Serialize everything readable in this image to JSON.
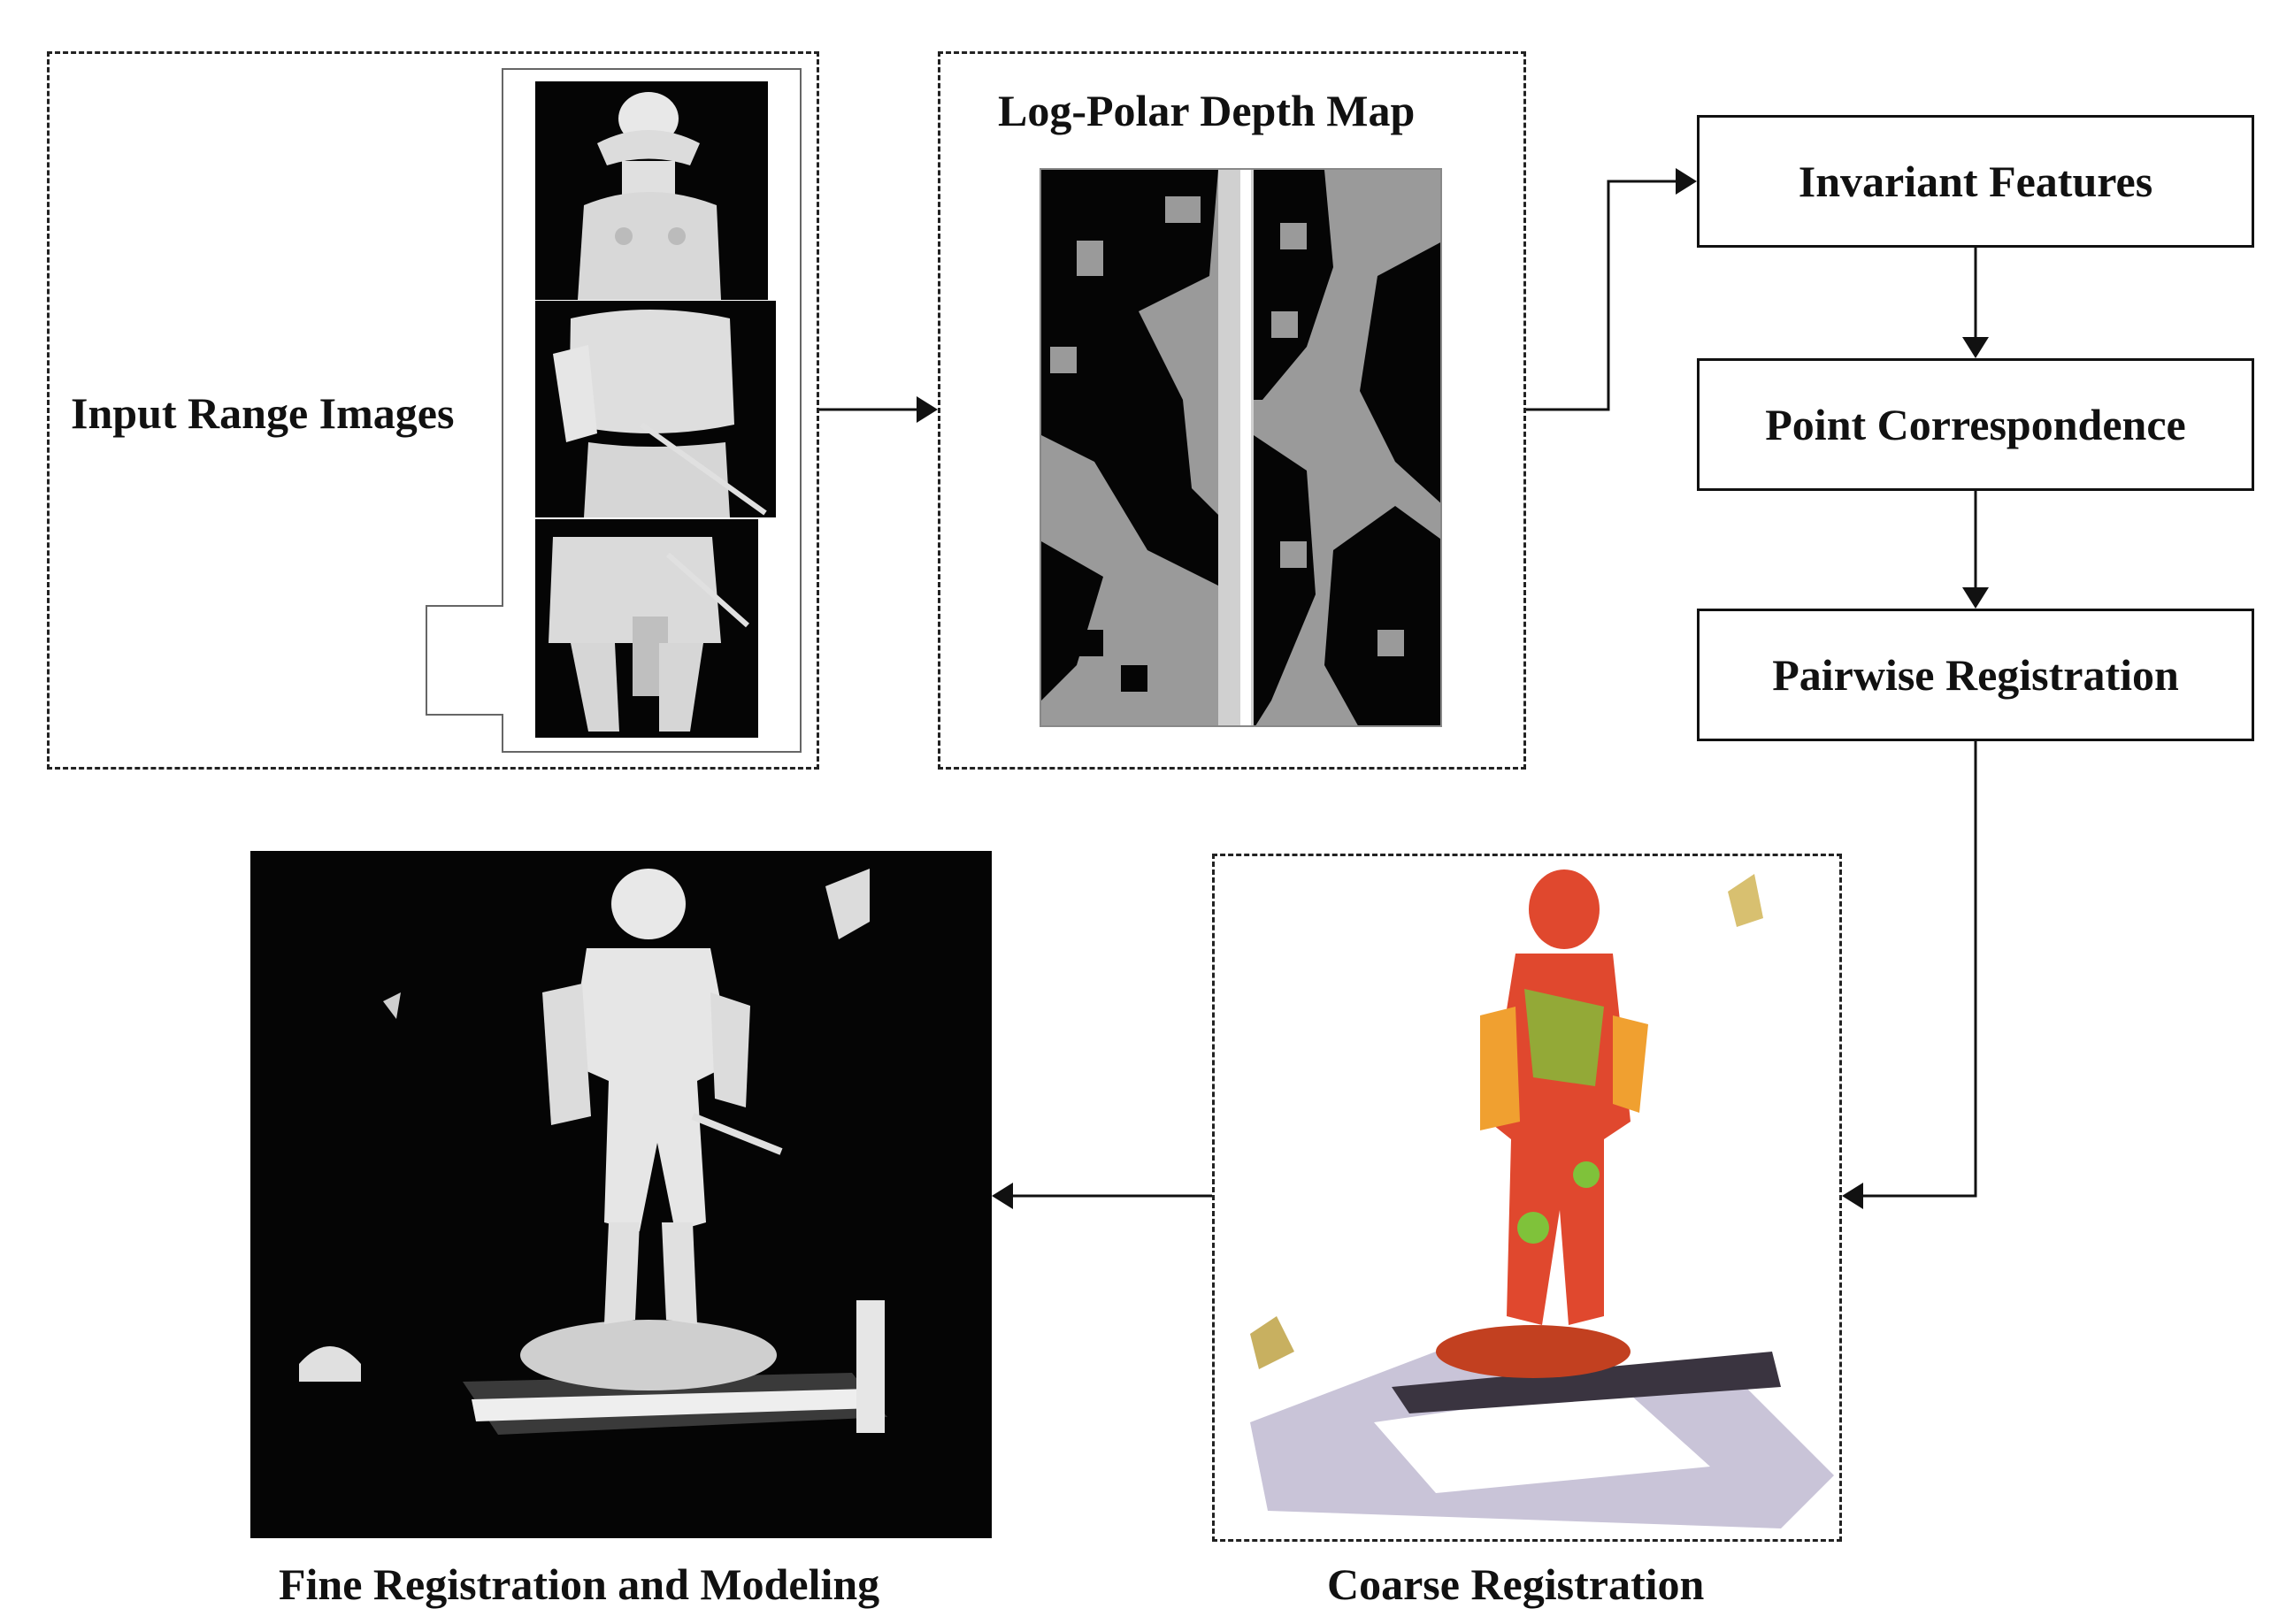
{
  "labels": {
    "input_range_images": "Input Range Images",
    "log_polar_depth_map": "Log-Polar Depth Map",
    "invariant_features": "Invariant Features",
    "point_correspondence": "Point Correspondence",
    "pairwise_registration": "Pairwise Registration",
    "coarse_registration": "Coarse Registration",
    "fine_registration": "Fine Registration and Modeling"
  },
  "colors": {
    "line": "#111111",
    "panel_dark": "#050505",
    "depth_gray": "#9a9a9a",
    "statue_white": "#e8e8e8",
    "coarse_red": "#e0482e",
    "coarse_green": "#7fc23a",
    "coarse_orange": "#f0a030"
  },
  "icons": {
    "arrow_head": "filled-triangle-arrowhead"
  }
}
